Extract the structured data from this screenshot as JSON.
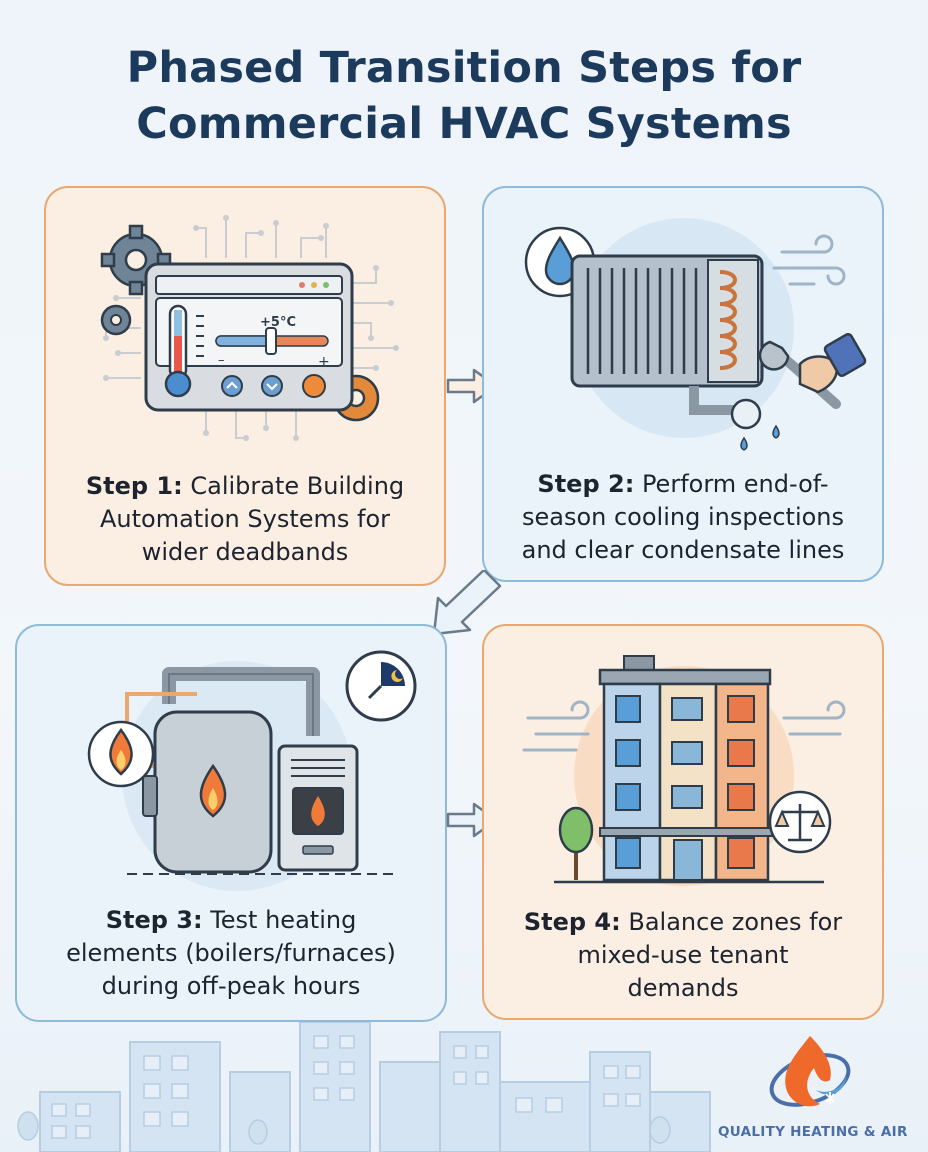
{
  "title": {
    "line1": "Phased Transition Steps for",
    "line2": "Commercial HVAC Systems"
  },
  "steps": [
    {
      "label": "Step 1:",
      "line1": "Calibrate Building",
      "line2": "Automation Systems for",
      "line3": "wider deadbands",
      "thermostat_readout": "+5°C",
      "slider_minus": "–",
      "slider_plus": "+"
    },
    {
      "label": "Step 2:",
      "line1": "Perform end-of-",
      "line2": "season cooling inspections",
      "line3": "and clear condensate lines"
    },
    {
      "label": "Step 3:",
      "line1": "Test heating",
      "line2": "elements (boilers/furnaces)",
      "line3": "during off-peak hours"
    },
    {
      "label": "Step 4:",
      "line1": "Balance zones for",
      "line2": "mixed-use tenant",
      "line3": "demands"
    }
  ],
  "brand": {
    "name": "QUALITY HEATING & AIR"
  },
  "colors": {
    "title": "#1b3a5c",
    "orange_accent": "#e8a870",
    "blue_accent": "#8fbad8",
    "brand": "#4a6fa8"
  },
  "icons": [
    "gear-icon",
    "thermometer-icon",
    "water-drop-icon",
    "wind-icon",
    "wrench-icon",
    "flame-icon",
    "clock-moon-icon",
    "balance-scale-icon",
    "tree-icon",
    "logo-icon"
  ]
}
